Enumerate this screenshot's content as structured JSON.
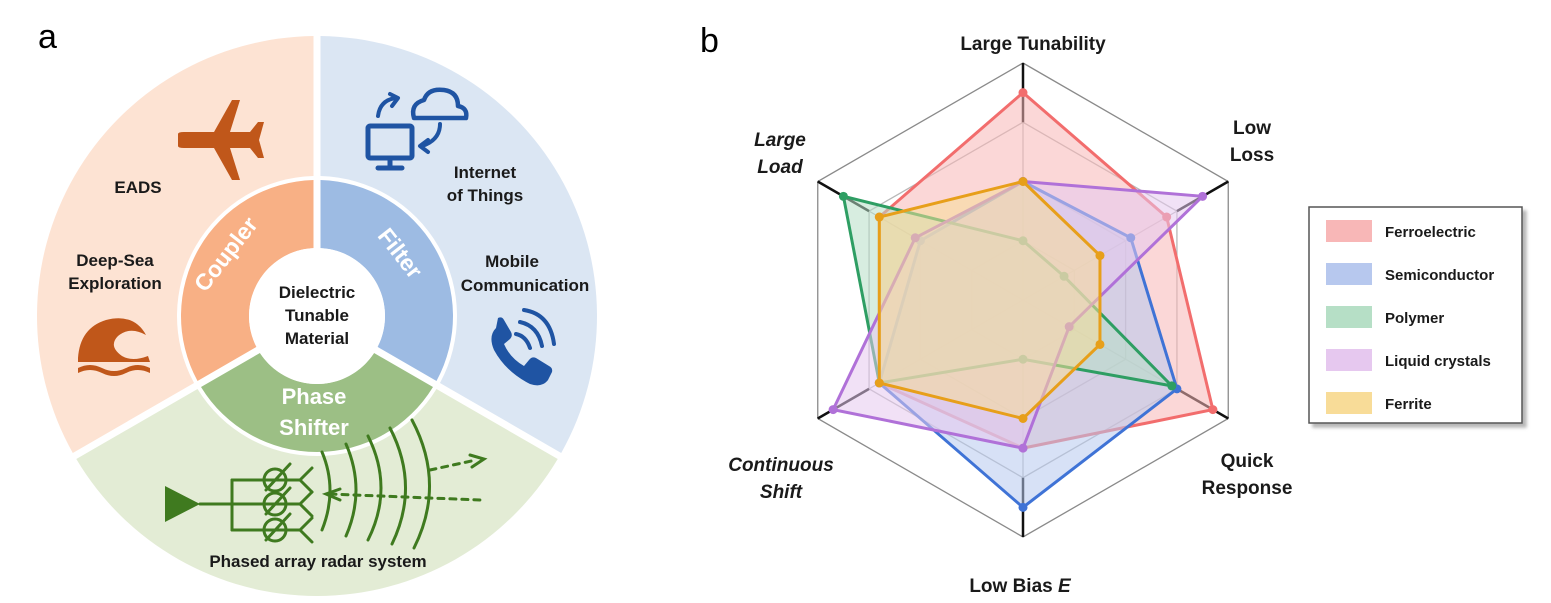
{
  "panel_a": {
    "letter": "a",
    "center": [
      "Dielectric",
      "Tunable",
      "Material"
    ],
    "rings": {
      "coupler": "Coupler",
      "filter": "Filter",
      "phase": [
        "Phase",
        "Shifter"
      ]
    },
    "outer": {
      "eads": "EADS",
      "deep_sea": [
        "Deep-Sea",
        "Exploration"
      ],
      "iot": [
        "Internet",
        "of Things"
      ],
      "mobile": [
        "Mobile",
        "Communication"
      ],
      "radar": "Phased array radar system"
    },
    "colors": {
      "coupler_outer": "#fde3d3",
      "coupler_inner": "#f8b085",
      "coupler_icon": "#c0571a",
      "filter_outer": "#dbe6f3",
      "filter_inner": "#9dbbe3",
      "filter_icon": "#1f54a3",
      "phase_outer": "#e3ecd5",
      "phase_inner": "#9cbf85",
      "phase_icon": "#3f7a1f"
    },
    "icons": [
      "airplane-icon",
      "wave-icon",
      "computer-cloud-icon",
      "phone-icon",
      "radar-array-icon"
    ]
  },
  "panel_b": {
    "letter": "b"
  },
  "chart_data": {
    "type": "radar",
    "axes": [
      "Large Tunability",
      "Low Loss",
      "Quick Response",
      "Low Bias E",
      "Continuous Shift",
      "Large Load"
    ],
    "axis_label_lines": [
      [
        "Large Tunability"
      ],
      [
        "Low",
        "Loss"
      ],
      [
        "Quick",
        "Response"
      ],
      [
        "Low Bias ",
        "E"
      ],
      [
        "Continuous",
        "Shift"
      ],
      [
        "Large",
        "Load"
      ]
    ],
    "scale": [
      0,
      4
    ],
    "grid_levels": 4,
    "series": [
      {
        "name": "Ferroelectric",
        "values": [
          3.5,
          2.8,
          3.7,
          2.5,
          2.8,
          2.8
        ],
        "color": "#f26d6d",
        "fill": "#f8b7b7"
      },
      {
        "name": "Semiconductor",
        "values": [
          2.0,
          2.1,
          3.0,
          3.5,
          2.8,
          2.0
        ],
        "color": "#3f73d6",
        "fill": "#b7c8ee"
      },
      {
        "name": "Polymer",
        "values": [
          1.0,
          0.8,
          2.9,
          1.0,
          2.8,
          3.5
        ],
        "color": "#2e9e63",
        "fill": "#b6dfc6"
      },
      {
        "name": "Liquid crystals",
        "values": [
          2.0,
          3.5,
          0.9,
          2.5,
          3.7,
          2.1
        ],
        "color": "#b071d8",
        "fill": "#e6c8ef"
      },
      {
        "name": "Ferrite",
        "values": [
          2.0,
          1.5,
          1.5,
          2.0,
          2.8,
          2.8
        ],
        "color": "#e79f1a",
        "fill": "#f8dc98"
      }
    ]
  }
}
